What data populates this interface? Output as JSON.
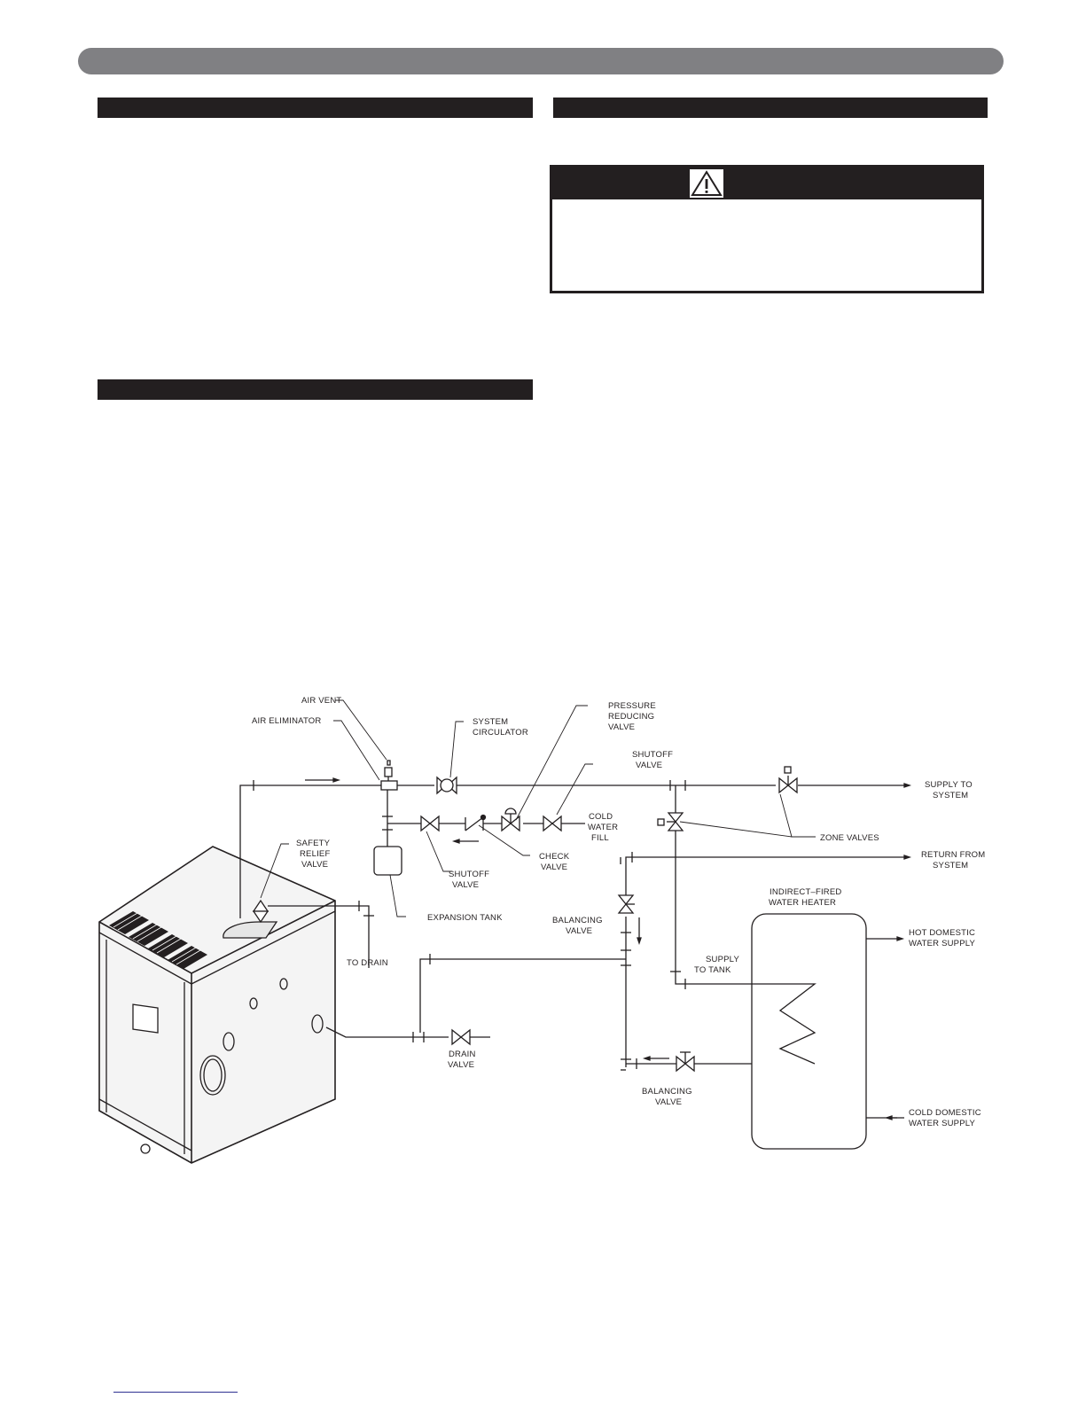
{
  "diagram": {
    "labels": {
      "air_vent": "AIR VENT",
      "air_eliminator": "AIR ELIMINATOR",
      "system_circulator": [
        "SYSTEM",
        "CIRCULATOR"
      ],
      "pressure_reducing_valve": [
        "PRESSURE",
        "REDUCING",
        "VALVE"
      ],
      "shutoff_valve_top": [
        "SHUTOFF",
        "VALVE"
      ],
      "supply_to_system": [
        "SUPPLY TO",
        "SYSTEM"
      ],
      "cold_water_fill": [
        "COLD",
        "WATER",
        "FILL"
      ],
      "zone_valves": "ZONE VALVES",
      "return_from_system": [
        "RETURN FROM",
        "SYSTEM"
      ],
      "safety_relief_valve": [
        "SAFETY",
        "RELIEF",
        "VALVE"
      ],
      "shutoff_valve_bottom": [
        "SHUTOFF",
        "VALVE"
      ],
      "check_valve": [
        "CHECK",
        "VALVE"
      ],
      "expansion_tank": "EXPANSION TANK",
      "indirect_fired_water_heater": [
        "INDIRECT–FIRED",
        "WATER HEATER"
      ],
      "balancing_valve_upper": [
        "BALANCING",
        "VALVE"
      ],
      "hot_domestic_water_supply": [
        "HOT DOMESTIC",
        "WATER SUPPLY"
      ],
      "to_drain": "TO DRAIN",
      "supply_to_tank": [
        "SUPPLY",
        "TO TANK"
      ],
      "drain_valve": [
        "DRAIN",
        "VALVE"
      ],
      "balancing_valve_lower": [
        "BALANCING",
        "VALVE"
      ],
      "cold_domestic_water_supply": [
        "COLD DOMESTIC",
        "WATER SUPPLY"
      ]
    }
  },
  "colors": {
    "ink": "#231f20",
    "bar": "#808083",
    "link": "#2e3192"
  }
}
